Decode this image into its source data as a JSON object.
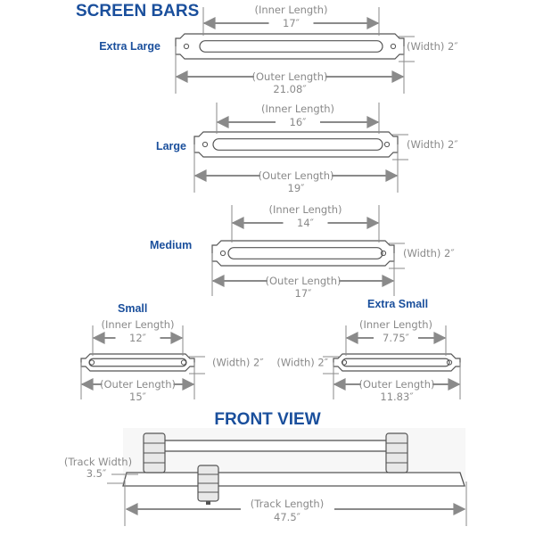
{
  "title": "SCREEN BARS",
  "colors": {
    "brand": "#1a4f9c",
    "dimension": "#8a8a8a",
    "outline": "#555555"
  },
  "bars": [
    {
      "name": "Extra Large",
      "inner_label": "(Inner Length)",
      "inner": "17″",
      "outer_label": "(Outer Length)",
      "outer": "21.08″",
      "width": "(Width) 2″"
    },
    {
      "name": "Large",
      "inner_label": "(Inner Length)",
      "inner": "16″",
      "outer_label": "(Outer Length)",
      "outer": "19″",
      "width": "(Width) 2″"
    },
    {
      "name": "Medium",
      "inner_label": "(Inner Length)",
      "inner": "14″",
      "outer_label": "(Outer Length)",
      "outer": "17″",
      "width": "(Width) 2″"
    },
    {
      "name": "Small",
      "inner_label": "(Inner Length)",
      "inner": "12″",
      "outer_label": "(Outer Length)",
      "outer": "15″",
      "width": "(Width) 2″"
    },
    {
      "name": "Extra Small",
      "inner_label": "(Inner Length)",
      "inner": "7.75″",
      "outer_label": "(Outer Length)",
      "outer": "11.83″",
      "width": "(Width) 2″"
    }
  ],
  "front_view": {
    "title": "FRONT VIEW",
    "track_width_label": "(Track Width)",
    "track_width": "3.5″",
    "track_length_label": "(Track Length)",
    "track_length": "47.5″"
  }
}
